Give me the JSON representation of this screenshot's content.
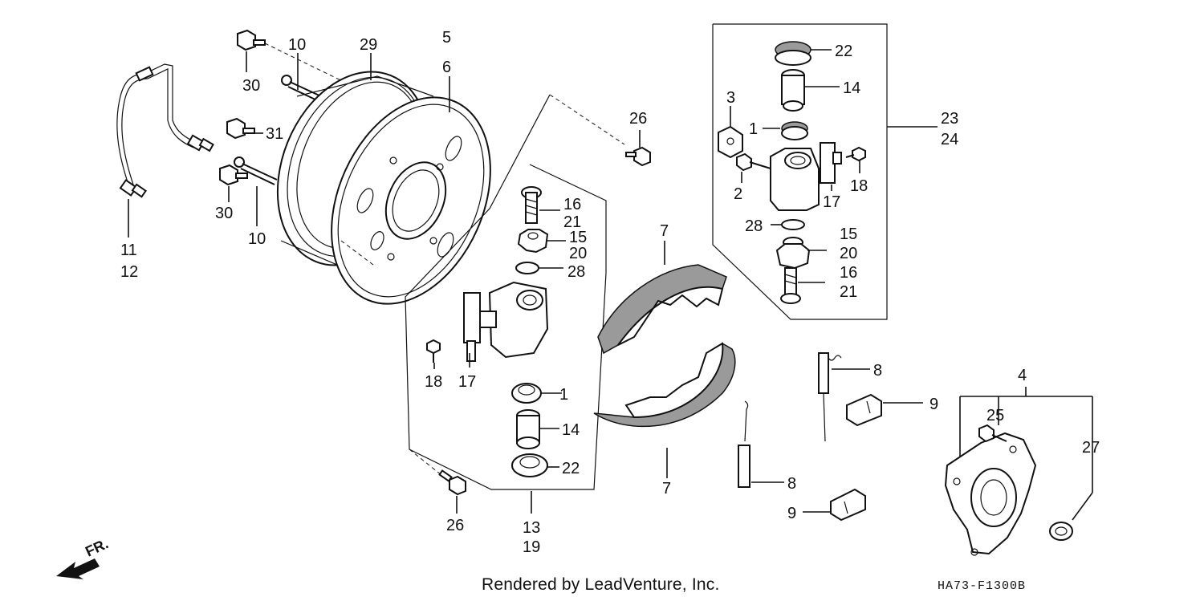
{
  "callouts": {
    "c1a": "1",
    "c1b": "1",
    "c2": "2",
    "c3": "3",
    "c4": "4",
    "c5": "5",
    "c6": "6",
    "c7a": "7",
    "c7b": "7",
    "c8a": "8",
    "c8b": "8",
    "c9a": "9",
    "c9b": "9",
    "c10a": "10",
    "c10b": "10",
    "c11": "11",
    "c12": "12",
    "c13": "13",
    "c19": "19",
    "c14a": "14",
    "c14b": "14",
    "c15a": "15",
    "c15b": "15",
    "c16a": "16",
    "c16b": "16",
    "c17a": "17",
    "c17b": "17",
    "c18a": "18",
    "c18b": "18",
    "c20a": "20",
    "c20b": "20",
    "c21a": "21",
    "c21b": "21",
    "c22a": "22",
    "c22b": "22",
    "c23": "23",
    "c24": "24",
    "c25": "25",
    "c26a": "26",
    "c26b": "26",
    "c27": "27",
    "c28a": "28",
    "c28b": "28",
    "c29": "29",
    "c30a": "30",
    "c30b": "30",
    "c31": "31"
  },
  "front_marker": "FR.",
  "credit": "Rendered by LeadVenture, Inc.",
  "diagram_code": "HA73-F1300B"
}
